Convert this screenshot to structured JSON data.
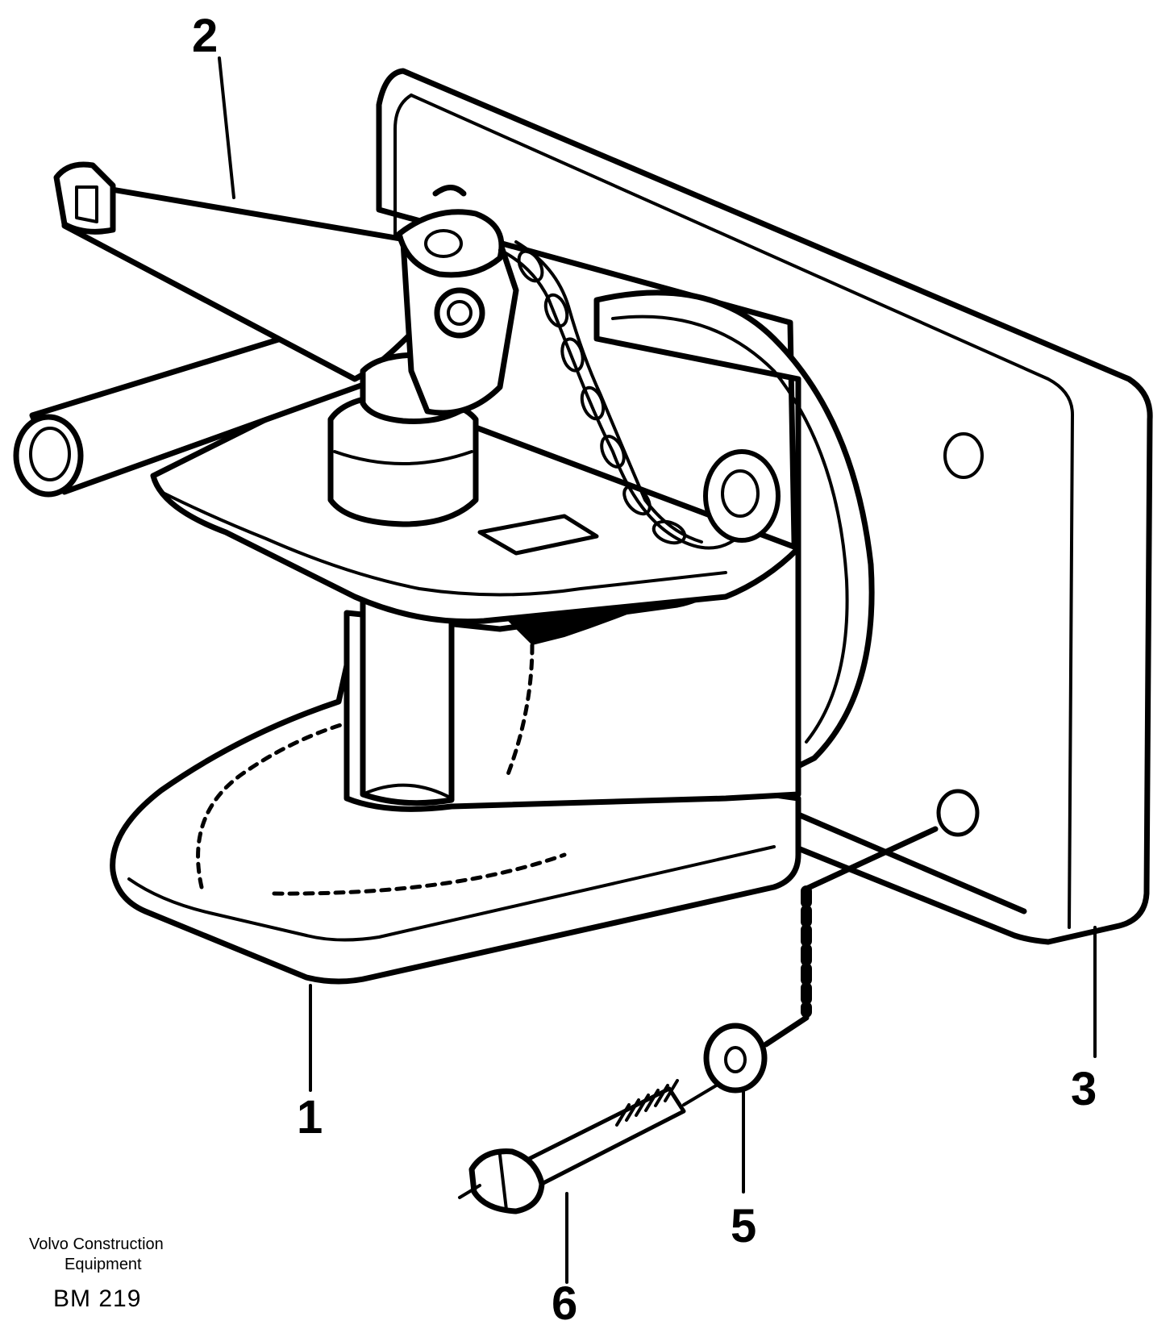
{
  "diagram": {
    "callouts": [
      "1",
      "2",
      "3",
      "5",
      "6"
    ],
    "credit_line1": "Volvo Construction",
    "credit_line2": "Equipment",
    "figure_code": "BM 219"
  }
}
